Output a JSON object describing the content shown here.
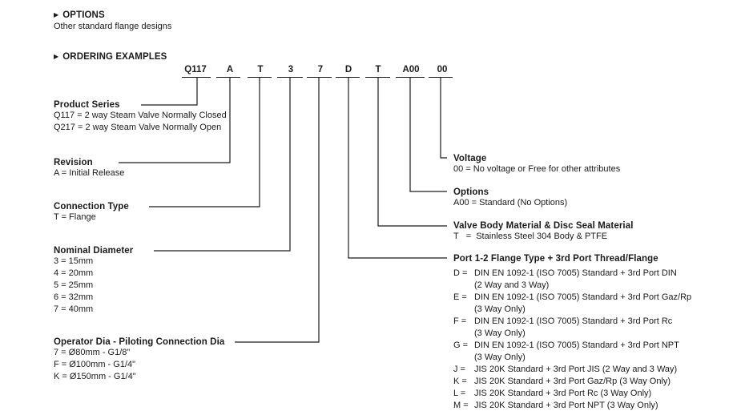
{
  "options": {
    "heading": "OPTIONS",
    "text": "Other standard flange designs"
  },
  "ordering": {
    "heading": "ORDERING EXAMPLES",
    "codes": [
      "Q117",
      "A",
      "T",
      "3",
      "7",
      "D",
      "T",
      "A00",
      "00"
    ]
  },
  "left_sections": {
    "product_series": {
      "title": "Product Series",
      "lines": [
        "Q117 = 2 way Steam Valve Normally Closed",
        "Q217 = 2 way Steam Valve Normally Open"
      ]
    },
    "revision": {
      "title": "Revision",
      "lines": [
        "A = Initial Release"
      ]
    },
    "connection_type": {
      "title": "Connection Type",
      "lines": [
        "T =  Flange"
      ]
    },
    "nominal_diameter": {
      "title": "Nominal Diameter",
      "lines": [
        "3 = 15mm",
        "4 = 20mm",
        "5 = 25mm",
        "6 = 32mm",
        "7 = 40mm"
      ]
    },
    "operator_dia": {
      "title": "Operator Dia - Piloting Connection Dia",
      "lines": [
        "7 = Ø80mm - G1/8\"",
        "F = Ø100mm - G1/4\"",
        "K = Ø150mm - G1/4\""
      ]
    }
  },
  "right_sections": {
    "voltage": {
      "title": "Voltage",
      "lines": [
        "00 = No voltage or Free for other attributes"
      ]
    },
    "options": {
      "title": "Options",
      "lines": [
        "A00 = Standard (No Options)"
      ]
    },
    "body_material": {
      "title": "Valve Body Material & Disc Seal Material",
      "lines": [
        "T   =  Stainless Steel 304 Body & PTFE"
      ]
    },
    "port_flange": {
      "title": "Port 1-2 Flange Type + 3rd Port Thread/Flange",
      "items": [
        {
          "key": "D =",
          "lines": [
            "DIN EN 1092-1 (ISO 7005) Standard + 3rd Port DIN",
            "(2 Way and 3 Way)"
          ]
        },
        {
          "key": "E =",
          "lines": [
            "DIN EN 1092-1 (ISO 7005) Standard + 3rd Port Gaz/Rp",
            "(3 Way Only)"
          ]
        },
        {
          "key": "F =",
          "lines": [
            "DIN EN 1092-1 (ISO 7005) Standard + 3rd Port Rc",
            "(3 Way Only)"
          ]
        },
        {
          "key": "G =",
          "lines": [
            "DIN EN 1092-1 (ISO 7005) Standard + 3rd Port NPT",
            "(3 Way Only)"
          ]
        },
        {
          "key": "J =",
          "lines": [
            "JIS 20K Standard + 3rd Port JIS (2 Way and 3 Way)"
          ]
        },
        {
          "key": "K =",
          "lines": [
            "JIS 20K Standard + 3rd Port Gaz/Rp (3 Way Only)"
          ]
        },
        {
          "key": "L =",
          "lines": [
            "JIS 20K Standard + 3rd Port Rc (3 Way Only)"
          ]
        },
        {
          "key": "M =",
          "lines": [
            "JIS 20K Standard + 3rd Port NPT (3 Way Only)"
          ]
        }
      ]
    }
  },
  "icons": {
    "bullet": "triangle-right-icon"
  }
}
